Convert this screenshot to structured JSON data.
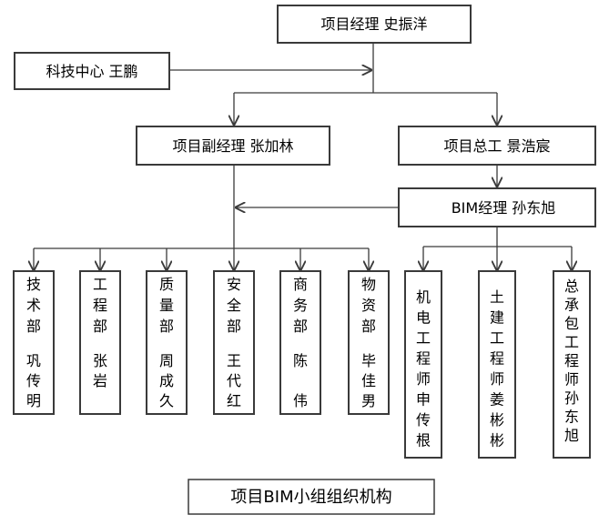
{
  "nodes": {
    "pm": "项目经理  史振洋",
    "tech_center": "科技中心  王鹏",
    "deputy_pm": "项目副经理  张加林",
    "chief_engineer": "项目总工  景浩宸",
    "bim_manager": "BIM经理  孙东旭"
  },
  "departments": [
    {
      "name": "技术部",
      "person": "巩传明"
    },
    {
      "name": "工程部",
      "person": "张岩"
    },
    {
      "name": "质量部",
      "person": "周成久"
    },
    {
      "name": "安全部",
      "person": "王代红"
    },
    {
      "name": "商务部",
      "person": "陈 伟"
    },
    {
      "name": "物资部",
      "person": "毕佳男"
    }
  ],
  "engineers": [
    {
      "text": "机电工程师申传根"
    },
    {
      "text": "土建工程师姜彬彬"
    },
    {
      "text": "总承包工程师孙东旭"
    }
  ],
  "caption": "项目BIM小组组织机构"
}
